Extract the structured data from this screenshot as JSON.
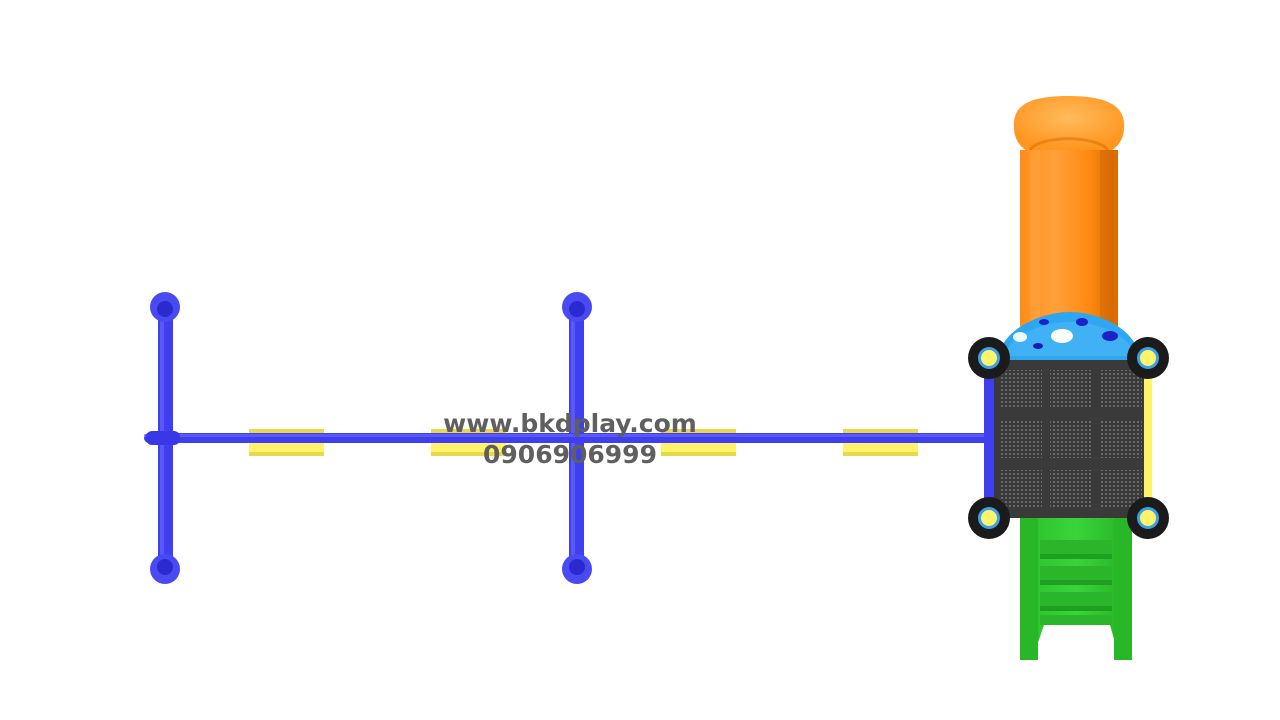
{
  "image": {
    "subject": "playground",
    "view": "top-down",
    "background": "#ffffff"
  },
  "colors": {
    "frame_blue": "#3f3ff0",
    "frame_blue_dark": "#2a2ad0",
    "seat_yellow": "#fff36a",
    "seat_yellow_edge": "#e8d84a",
    "slide_orange": "#ff8c1a",
    "slide_orange_light": "#ffb04d",
    "slide_orange_dark": "#d96a00",
    "roof_blue": "#2fa6f0",
    "deck_dark": "#3a3a3a",
    "stairs_green": "#33cc33",
    "stairs_green_dark": "#1f9e1f",
    "post_cap_black": "#1b1b1b",
    "post_cap_yellow": "#fff36a",
    "watermark_gray": "#5f5f5f"
  },
  "watermark": {
    "website": "www.bkdplay.com",
    "phone": "0906906999"
  }
}
